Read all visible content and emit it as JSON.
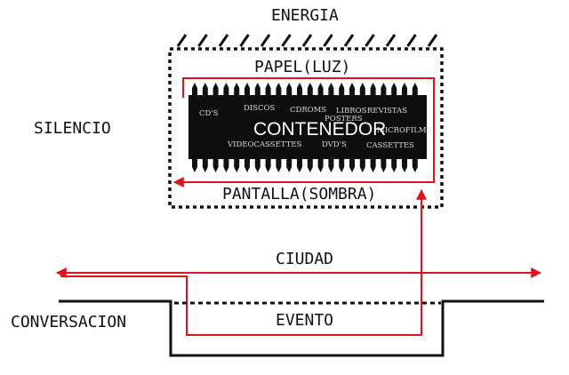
{
  "labels": {
    "energia": "ENERGIA",
    "papel": "PAPEL(LUZ)",
    "silencio": "SILENCIO",
    "contenedor": "CONTENEDOR",
    "pantalla": "PANTALLA(SOMBRA)",
    "ciudad": "CIUDAD",
    "conversacion": "CONVERSACION",
    "evento": "EVENTO"
  },
  "chip_words": {
    "cds": "CD'S",
    "discos": "DISCOS",
    "cdroms": "CDROMS",
    "libros": "LIBROS",
    "revistas": "REVISTAS",
    "posters": "POSTERS",
    "microfilms": "MICROFILMS",
    "videocassettes": "VIDEOCASSETTES",
    "dvds": "DVD'S",
    "cassettes": "CASSETTES"
  },
  "colors": {
    "red": "#e0141e",
    "black": "#111111",
    "chip": "#0e0e0e"
  }
}
